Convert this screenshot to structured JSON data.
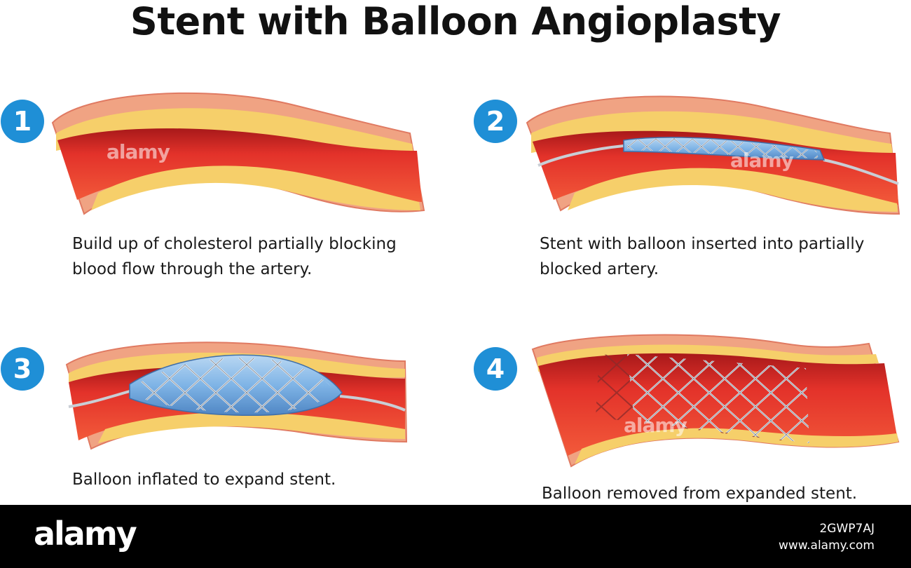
{
  "title": "Stent with Balloon Angioplasty",
  "steps": [
    {
      "number": "1",
      "caption_line1": "Build up of cholesterol partially blocking",
      "caption_line2": "blood flow through the artery."
    },
    {
      "number": "2",
      "caption_line1": "Stent with balloon inserted into partially",
      "caption_line2": "blocked artery."
    },
    {
      "number": "3",
      "caption_line1": "Balloon inflated to expand stent.",
      "caption_line2": ""
    },
    {
      "number": "4",
      "caption_line1": "Balloon removed from expanded stent.",
      "caption_line2": ""
    }
  ],
  "watermark": "alamy",
  "footer": {
    "logo": "alamy",
    "image_id": "2GWP7AJ",
    "site": "www.alamy.com"
  },
  "colors": {
    "badge": "#1f8fd6",
    "artery_wall": "#f0a383",
    "lumen": "#e8392a",
    "plaque": "#f6cf6a",
    "stent": "#d8dde4",
    "balloon": "#7fb4e6"
  }
}
